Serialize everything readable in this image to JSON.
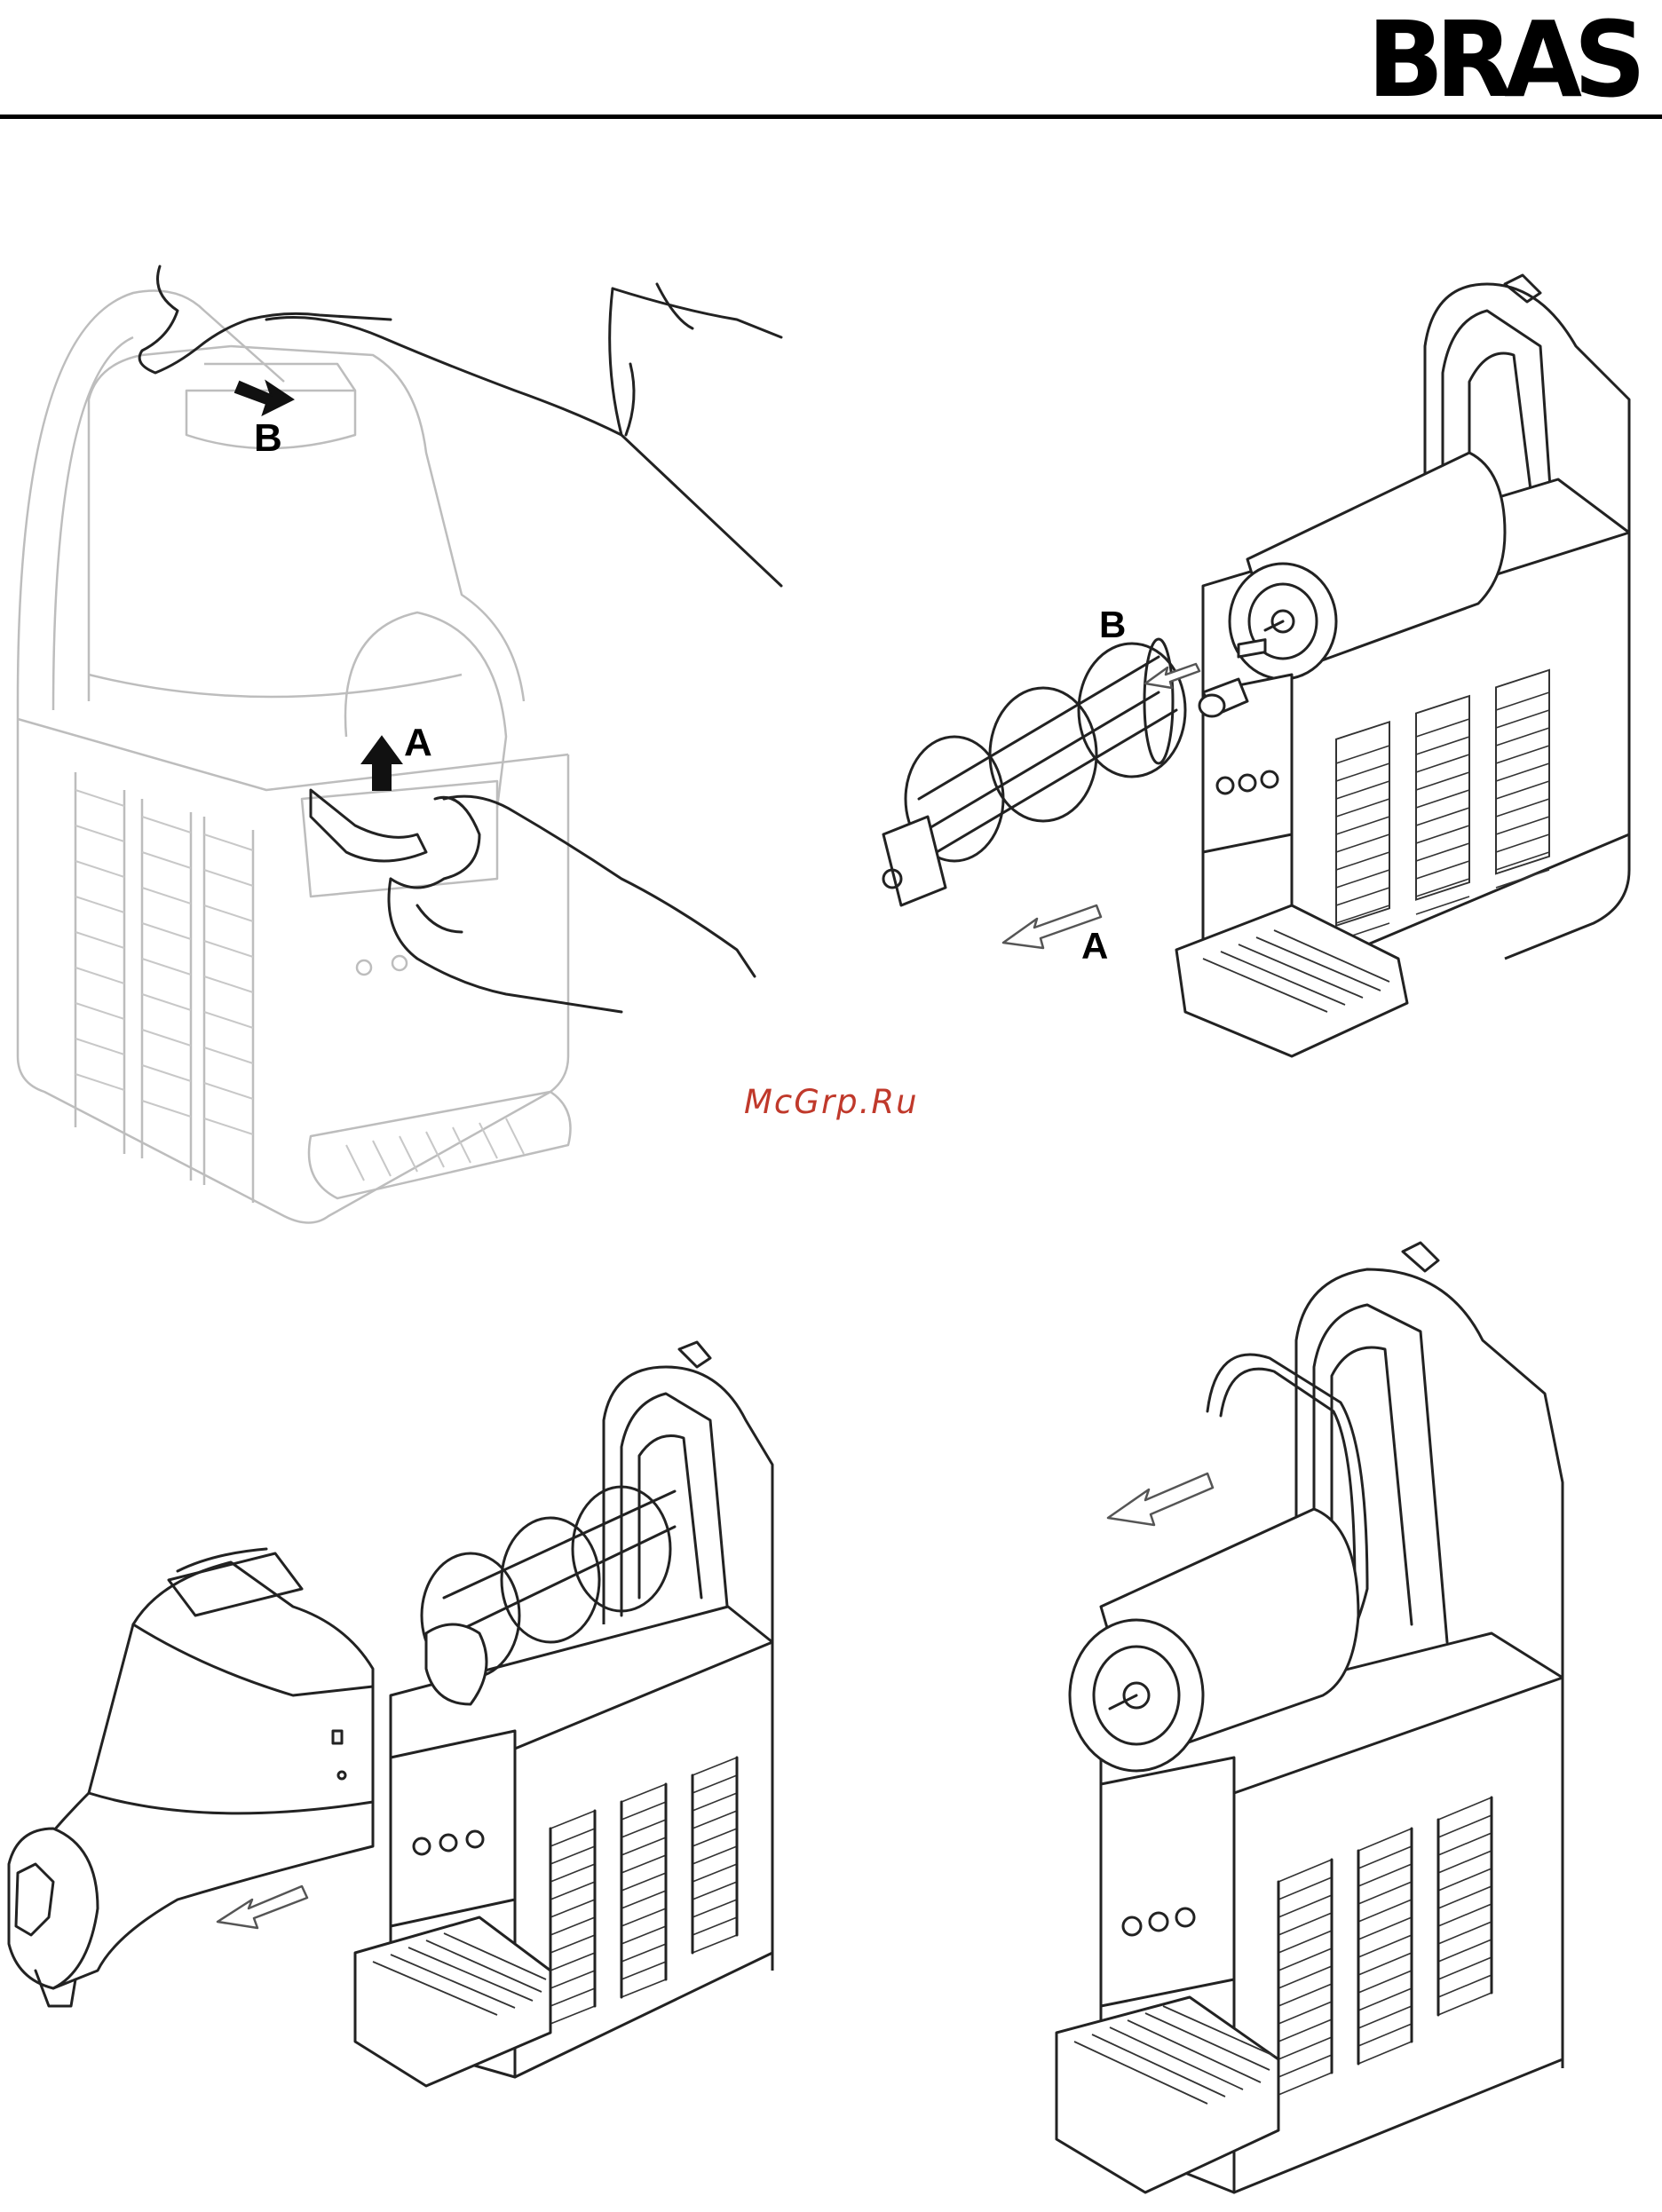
{
  "header": {
    "brand": "BRAS"
  },
  "watermark": {
    "text": "McGrp.Ru"
  },
  "figures": [
    {
      "id": "figure-top-left",
      "callouts": [
        "A",
        "B"
      ]
    },
    {
      "id": "figure-top-right",
      "callouts": [
        "A",
        "B"
      ]
    },
    {
      "id": "figure-bottom-left",
      "callouts": []
    },
    {
      "id": "figure-bottom-right",
      "callouts": []
    }
  ]
}
